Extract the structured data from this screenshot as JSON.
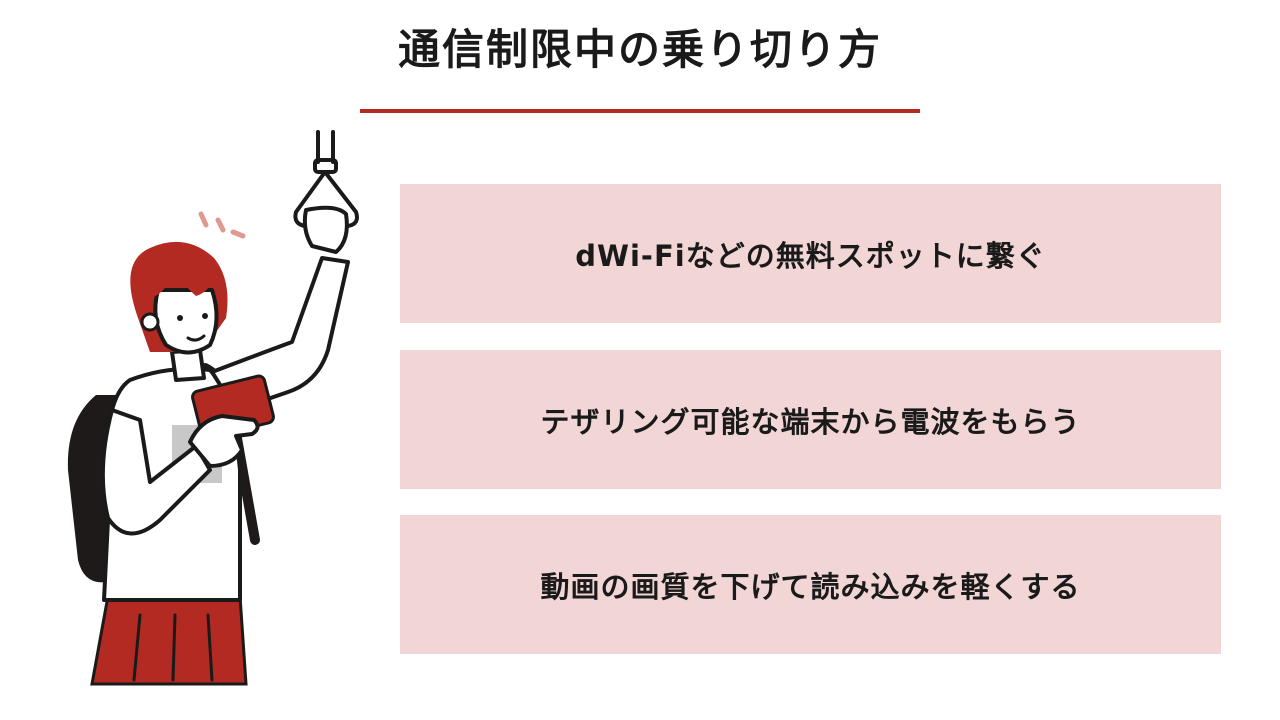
{
  "title": "通信制限中の乗り切り方",
  "items": [
    {
      "label": "dWi-Fiなどの無料スポットに繋ぐ"
    },
    {
      "label": "テザリング可能な端末から電波をもらう"
    },
    {
      "label": "動画の画質を下げて読み込みを軽くする"
    }
  ],
  "colors": {
    "accent": "#b22a22",
    "card_background": "#f2d5d5",
    "text": "#1a1a1a"
  },
  "illustration": {
    "icon": "woman-holding-train-strap-with-smartphone"
  }
}
